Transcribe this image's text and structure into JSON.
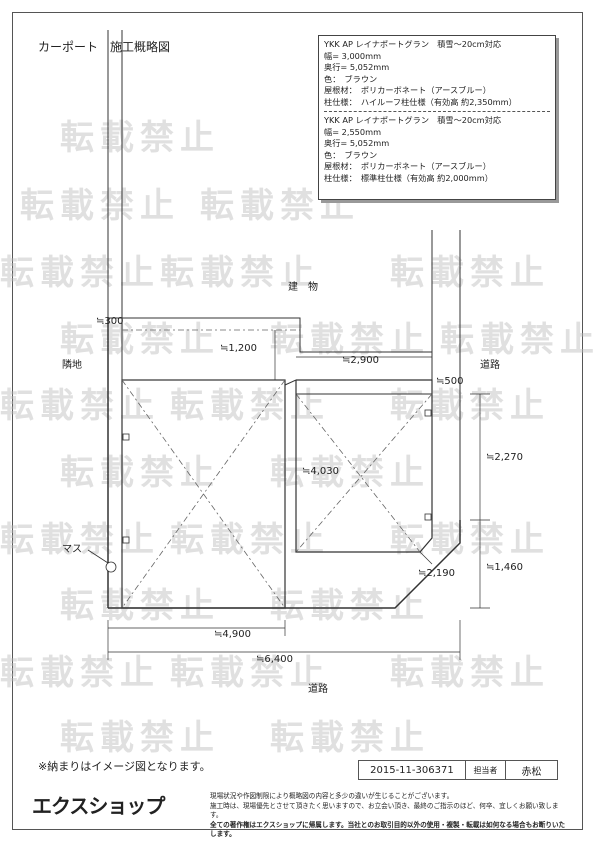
{
  "title": "カーポート　施工概略図",
  "spec": {
    "block1": [
      "YKK AP レイナポートグラン　積雪～20cm対応",
      "幅= 3,000mm",
      "奥行= 5,052mm",
      "色：　ブラウン",
      "屋根材：　ポリカーボネート（アースブルー）",
      "柱仕様：　ハイルーフ柱仕様（有効高 約2,350mm）"
    ],
    "block2": [
      "YKK AP レイナポートグラン　積雪～20cm対応",
      "幅= 2,550mm",
      "奥行= 5,052mm",
      "色：　ブラウン",
      "屋根材：　ポリカーボネート（アースブルー）",
      "柱仕様：　標準柱仕様（有効高 約2,000mm）"
    ]
  },
  "labels": {
    "building": "建　物",
    "neighbor": "隣地",
    "road_right": "道路",
    "road_bottom": "道路",
    "mass": "マス"
  },
  "dims": {
    "d300": "≒300",
    "d1200": "≒1,200",
    "d2900": "≒2,900",
    "d500": "≒500",
    "d4030": "≒4,030",
    "d2270": "≒2,270",
    "d2190": "≒2,190",
    "d1460": "≒1,460",
    "d4900": "≒4,900",
    "d6400": "≒6,400"
  },
  "watermark": "転載禁止",
  "note": "※納まりはイメージ図となります。",
  "footer": {
    "doc_no": "2015-11-306371",
    "person_label": "担当者",
    "person": "赤松"
  },
  "logo": "エクスショップ",
  "disclaimer": [
    "現場状況や作図制限により概略図の内容と多少の違いが生じることがございます。",
    "施工時は、現場優先とさせて頂きたく思いますので、お立会い頂き、最終のご指示のほど、何卒、宜しくお願い致します。",
    "全ての著作権はエクスショップに帰属します。当社とのお取引目的以外の使用・複製・転載は如何なる場合もお断りいたします。"
  ]
}
